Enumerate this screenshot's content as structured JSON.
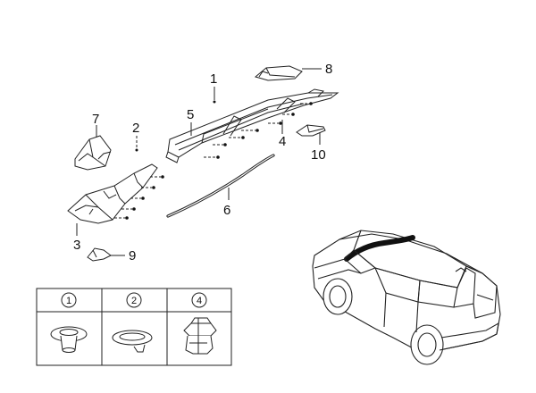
{
  "callouts": {
    "c1": "1",
    "c2": "2",
    "c3": "3",
    "c4": "4",
    "c5": "5",
    "c6": "6",
    "c7": "7",
    "c8": "8",
    "c9": "9",
    "c10": "10"
  },
  "fastener_table": {
    "headers": [
      "1",
      "2",
      "4"
    ]
  },
  "icons": {
    "clip_1": "push-pin-clip-icon",
    "clip_2": "flat-cap-clip-icon",
    "clip_4": "retainer-clip-icon"
  }
}
